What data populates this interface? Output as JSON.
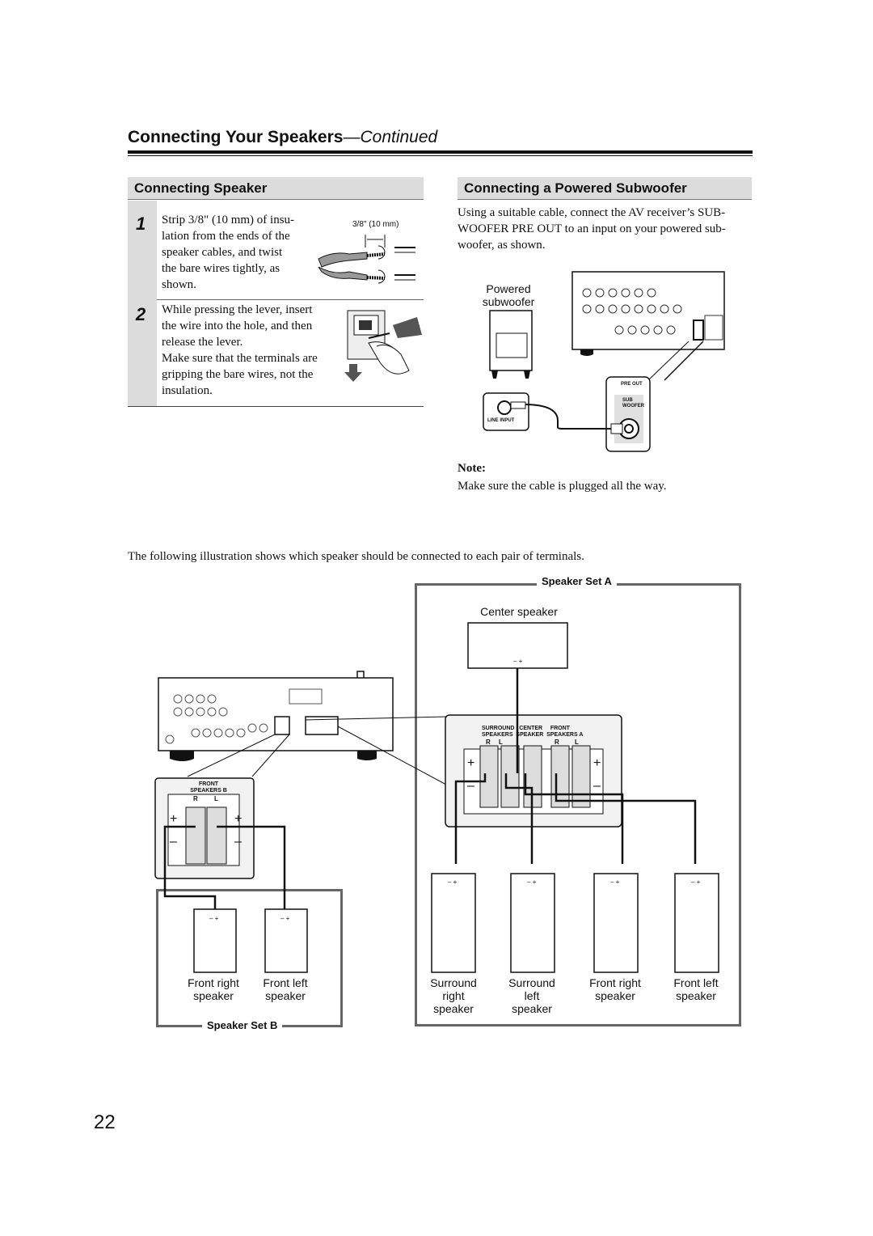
{
  "header": {
    "title": "Connecting Your Speakers",
    "continued": "—Continued"
  },
  "left_section": {
    "heading": "Connecting Speaker",
    "steps": [
      {
        "num": "1",
        "lines": [
          "Strip 3/8\" (10 mm) of insu-",
          "lation from the ends of the",
          "speaker cables, and twist",
          "the bare wires tightly, as",
          "shown."
        ]
      },
      {
        "num": "2",
        "lines": [
          "While pressing the lever, insert",
          "the wire into the hole, and then",
          "release the lever.",
          "Make sure that the terminals are",
          "gripping the bare wires, not the",
          "insulation."
        ]
      }
    ],
    "strip_label": "3/8\" (10 mm)"
  },
  "right_section": {
    "heading": "Connecting a Powered Subwoofer",
    "intro_lines": [
      "Using a suitable cable, connect the AV receiver’s SUB-",
      "WOOFER PRE OUT to an input on your powered sub-",
      "woofer, as shown."
    ],
    "subwoofer_label_1": "Powered",
    "subwoofer_label_2": "subwoofer",
    "line_input": "LINE INPUT",
    "pre_out": "PRE OUT",
    "sub_1": "SUB",
    "sub_2": "WOOFER",
    "note_title": "Note:",
    "note_text": "Make sure the cable is plugged all the way."
  },
  "illustration_intro": "The following illustration shows which speaker should be connected to each pair of terminals.",
  "speaker_set_a": {
    "label": "Speaker Set A",
    "center_label": "Center speaker",
    "terminal_surround": "SURROUND",
    "terminal_speakers": "SPEAKERS",
    "terminal_center": "CENTER",
    "terminal_speaker": "SPEAKER",
    "terminal_front": "FRONT",
    "terminal_speakers_a": "SPEAKERS A",
    "r": "R",
    "l": "L",
    "plus": "+",
    "minus": "–",
    "polarity": "– +",
    "speakers": [
      {
        "lines": [
          "Surround",
          "right",
          "speaker"
        ]
      },
      {
        "lines": [
          "Surround",
          "left",
          "speaker"
        ]
      },
      {
        "lines": [
          "Front right",
          "speaker"
        ]
      },
      {
        "lines": [
          "Front left",
          "speaker"
        ]
      }
    ]
  },
  "speaker_set_b": {
    "label": "Speaker Set B",
    "terminal_front": "FRONT",
    "terminal_speakers_b": "SPEAKERS B",
    "r": "R",
    "l": "L",
    "plus": "+",
    "minus": "–",
    "polarity": "– +",
    "speakers": [
      {
        "lines": [
          "Front right",
          "speaker"
        ]
      },
      {
        "lines": [
          "Front left",
          "speaker"
        ]
      }
    ]
  },
  "page_number": "22"
}
